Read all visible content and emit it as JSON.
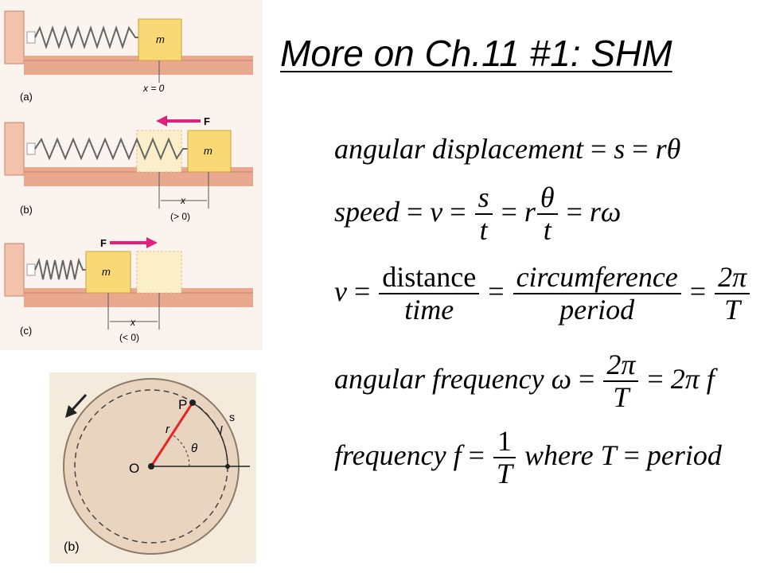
{
  "slide": {
    "title": "More on Ch.11 #1:  SHM"
  },
  "spring_figure": {
    "panel_a_label": "(a)",
    "panel_b_label": "(b)",
    "panel_c_label": "(c)",
    "mass_label": "m",
    "force_label": "F",
    "x_equals_zero": "x = 0",
    "x_label": "x",
    "x_positive": "(> 0)",
    "x_negative": "(< 0)"
  },
  "circle_figure": {
    "panel_label": "(b)",
    "point_p": "P",
    "origin_o": "O",
    "radius_r": "r",
    "angle_theta": "θ",
    "arc_l": "l",
    "arc_s": "s"
  },
  "equations": {
    "eq1": {
      "lhs": "angular displacement",
      "eq": " = ",
      "s": "s",
      "eq2": " = ",
      "rhs": "rθ"
    },
    "eq2": {
      "lhs": "speed",
      "eq_a": " = ",
      "v": "v",
      "eq_b": " = ",
      "f1_num": "s",
      "f1_den": "t",
      "eq_c": " = ",
      "r": "r",
      "f2_num": "θ",
      "f2_den": "t",
      "eq_d": " = ",
      "rhs": "rω"
    },
    "eq3": {
      "v": "v",
      "eq_a": " = ",
      "f1_num": "distance",
      "f1_den": "time",
      "eq_b": " = ",
      "f2_num": "circumference",
      "f2_den": "period",
      "eq_c": " = ",
      "f3_num": "2π",
      "f3_den": "T"
    },
    "eq4": {
      "lhs": "angular frequency ω",
      "eq_a": " = ",
      "f1_num": "2π",
      "f1_den": "T",
      "eq_b": " = ",
      "rhs": "2π f"
    },
    "eq5": {
      "lhs": "frequency f",
      "eq_a": " = ",
      "f1_num": "1",
      "f1_den": "T",
      "where": " where T",
      "eq_b": " = ",
      "rhs": "period"
    }
  },
  "colors": {
    "wall": "#f2c2ad",
    "floor": "#e9a98f",
    "mass": "#f8d976",
    "ghost": "#fbefc9",
    "force_arrow": "#e0207c",
    "disk": "#e9d5bf",
    "radius": "#e82323"
  }
}
